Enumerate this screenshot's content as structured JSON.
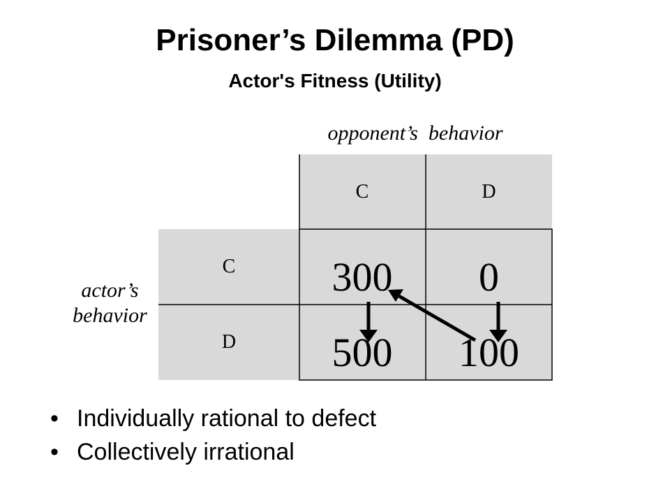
{
  "title": "Prisoner’s Dilemma (PD)",
  "subtitle": "Actor's Fitness (Utility)",
  "opponent_label": "opponent’s  behavior",
  "actor_label_line1": "actor’s",
  "actor_label_line2": "behavior",
  "columns": [
    "C",
    "D"
  ],
  "rows": [
    "C",
    "D"
  ],
  "payoffs": {
    "cc": "300",
    "cd": "0",
    "dc": "500",
    "dd": "100"
  },
  "bullets": [
    "Individually rational to defect",
    "Collectively irrational"
  ],
  "bullet_glyph": "•",
  "colors": {
    "cell_fill": "#d9d9d9",
    "border": "#000000",
    "arrow": "#000000"
  }
}
